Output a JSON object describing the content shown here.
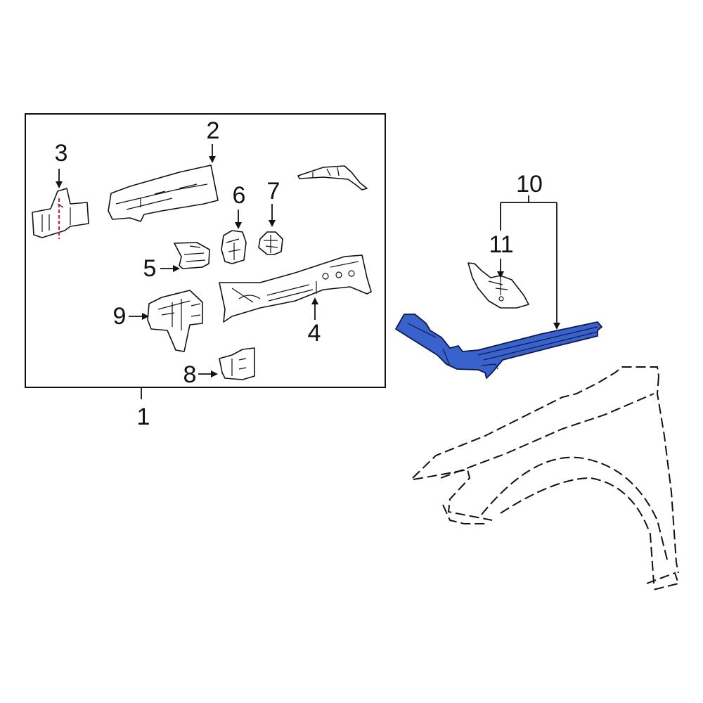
{
  "diagram": {
    "type": "exploded parts diagram",
    "highlight_color": "#3a62cc",
    "callouts": [
      {
        "id": "1",
        "label": "1"
      },
      {
        "id": "2",
        "label": "2"
      },
      {
        "id": "3",
        "label": "3"
      },
      {
        "id": "4",
        "label": "4"
      },
      {
        "id": "5",
        "label": "5"
      },
      {
        "id": "6",
        "label": "6"
      },
      {
        "id": "7",
        "label": "7"
      },
      {
        "id": "8",
        "label": "8"
      },
      {
        "id": "9",
        "label": "9"
      },
      {
        "id": "10",
        "label": "10"
      },
      {
        "id": "11",
        "label": "11"
      }
    ],
    "highlighted_part": "10",
    "reference_part": "fender (dashed outline)"
  }
}
